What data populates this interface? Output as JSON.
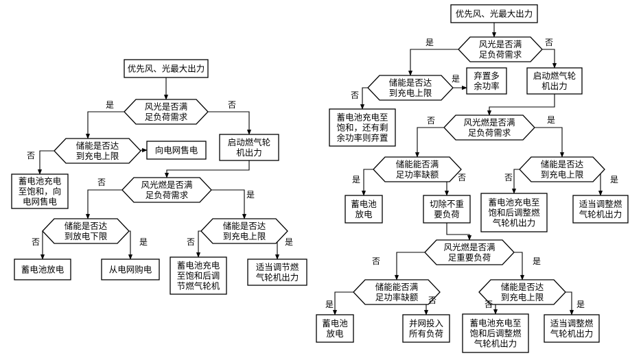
{
  "left": {
    "n1": "优先风、光最大出力",
    "d1": [
      "风光是否满",
      "足负荷需求"
    ],
    "d2": [
      "储能是否达",
      "到充电上限"
    ],
    "n2": "向电网售电",
    "n3": [
      "蓄电池充电",
      "至饱和，向",
      "电网售电"
    ],
    "n4": [
      "启动燃气轮",
      "机出力"
    ],
    "d3": [
      "风光燃是否满",
      "足负荷需求"
    ],
    "d4": [
      "储能是否达",
      "到放电下限"
    ],
    "n5": "蓄电池放电",
    "n6": "从电网购电",
    "d5": [
      "储能是否达",
      "到充电上限"
    ],
    "n7": [
      "蓄电池充电",
      "至饱和后调",
      "节燃气轮机"
    ],
    "n8": [
      "适当调节燃",
      "气轮机出力"
    ]
  },
  "right": {
    "n1": "优先风、光最大出力",
    "d1": [
      "风光是否满",
      "足负荷需求"
    ],
    "d2": [
      "储能是否达",
      "到充电上限"
    ],
    "n2": [
      "弃置多",
      "余功率"
    ],
    "n3": [
      "蓄电池充电至",
      "饱和，还有剩",
      "余功率则弃置"
    ],
    "n4": [
      "启动燃气轮",
      "机出力"
    ],
    "d3": [
      "风光燃是否满",
      "足负荷需求"
    ],
    "d4": [
      "储能能否满",
      "足功率缺额"
    ],
    "n5": [
      "蓄电池",
      "放电"
    ],
    "n6": [
      "切除不重",
      "要负荷"
    ],
    "d5": [
      "储能是否达",
      "到充电上限"
    ],
    "n7": [
      "蓄电池充电至",
      "饱和后调整燃",
      "气轮机出力"
    ],
    "n8": [
      "适当调整燃",
      "气轮机出力"
    ],
    "d6": [
      "风光燃是否满",
      "足重要负荷"
    ],
    "d7": [
      "储能能否满",
      "足功率缺额"
    ],
    "n9": [
      "蓄电池",
      "放电"
    ],
    "n10": [
      "并网投入",
      "所有负荷"
    ],
    "d8": [
      "储能是否达",
      "到充电上限"
    ],
    "n11": [
      "蓄电池充电至",
      "饱和后调整燃",
      "气轮机出力"
    ],
    "n12": [
      "适当调整燃",
      "气轮机出力"
    ]
  },
  "labels": {
    "yes": "是",
    "no": "否"
  }
}
